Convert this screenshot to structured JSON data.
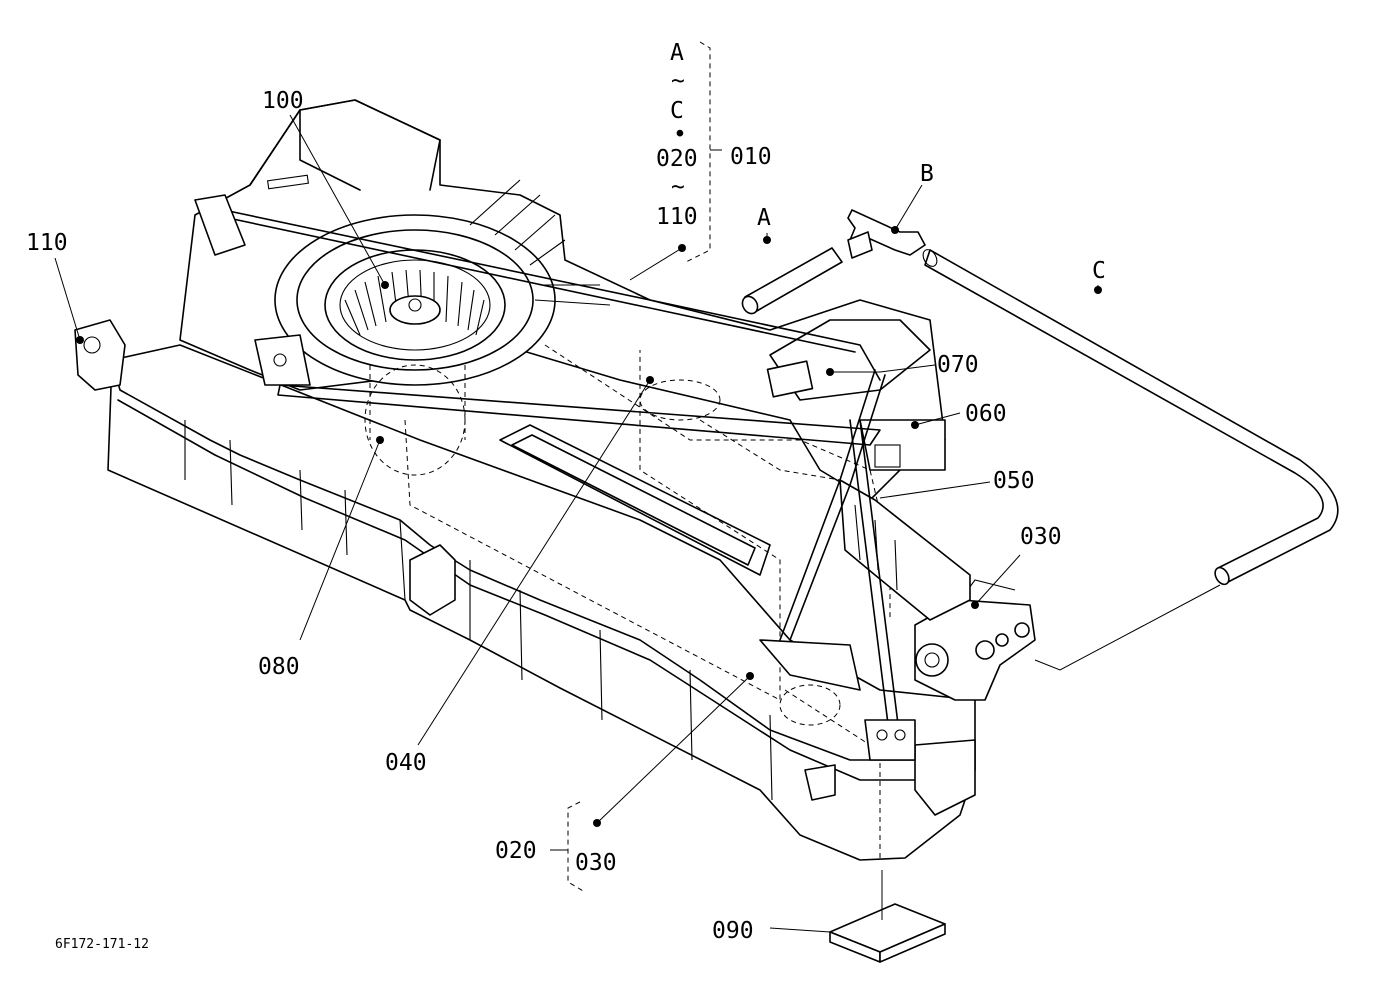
{
  "figure_code": "6F172-171-12",
  "callouts": {
    "p100": "100",
    "p110": "110",
    "group_a": "A",
    "group_tilde1": "~",
    "group_c": "C",
    "group_dot": "•",
    "group_020": "020",
    "group_tilde2": "~",
    "group_110": "110",
    "p010": "010",
    "hose_a": "A",
    "hose_b": "B",
    "hose_c": "C",
    "p070": "070",
    "p060": "060",
    "p050": "050",
    "p030_valve": "030",
    "p080": "080",
    "p040": "040",
    "p020_bottom": "020",
    "p030_bottom": "030",
    "p090": "090"
  }
}
